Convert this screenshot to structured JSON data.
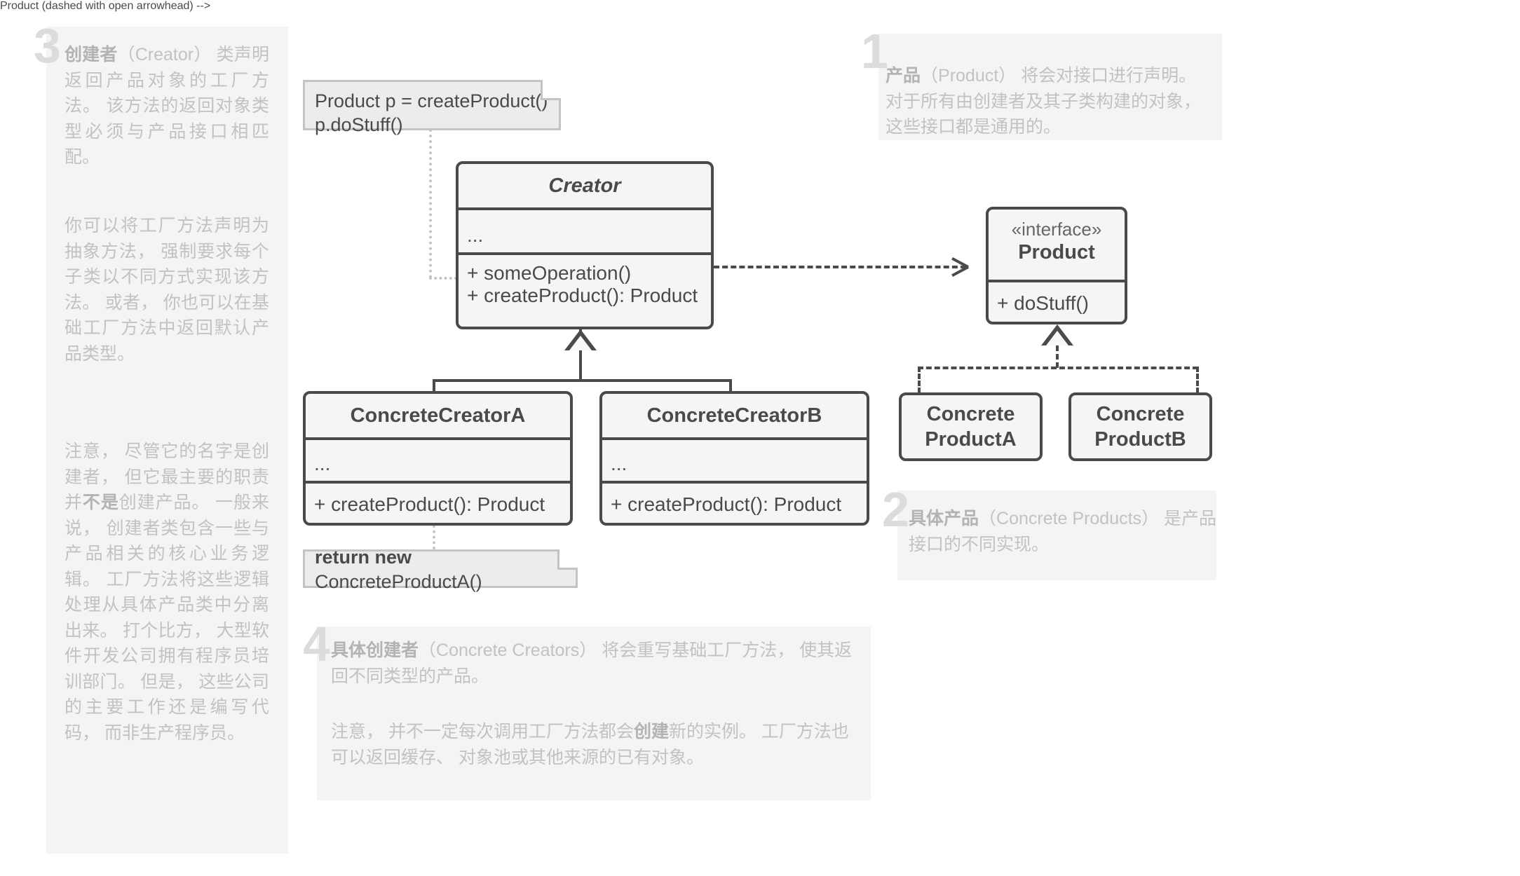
{
  "diagram": {
    "title": "Factory Method pattern UML class diagram",
    "colors": {
      "stroke": "#4a4a4a",
      "box_fill": "#f5f5f5",
      "note_fill": "#ececec",
      "note_stroke": "#c4c4c4",
      "annotation_panel": "#f4f4f4",
      "annotation_text": "#c2c2c2",
      "annotation_number": "#dcdcdc"
    }
  },
  "notes": {
    "creator_note": {
      "line1": "Product p = createProduct()",
      "line2": "p.doStuff()"
    },
    "return_note": {
      "bold": "return new",
      "rest": " ConcreteProductA()"
    }
  },
  "classes": {
    "creator": {
      "name": "Creator",
      "attributes": "...",
      "operations": [
        {
          "text": "+ someOperation()",
          "italic": false
        },
        {
          "text": "+ createProduct(): Product",
          "italic": true
        }
      ]
    },
    "product": {
      "stereotype": "«interface»",
      "name": "Product",
      "operations": [
        {
          "text": "+ doStuff()",
          "italic": false
        }
      ]
    },
    "concrete_creator_a": {
      "name": "ConcreteCreatorA",
      "attributes": "...",
      "operations": [
        {
          "text": "+ createProduct(): Product",
          "italic": false
        }
      ]
    },
    "concrete_creator_b": {
      "name": "ConcreteCreatorB",
      "attributes": "...",
      "operations": [
        {
          "text": "+ createProduct(): Product",
          "italic": false
        }
      ]
    },
    "concrete_product_a": {
      "line1": "Concrete",
      "line2": "ProductA"
    },
    "concrete_product_b": {
      "line1": "Concrete",
      "line2": "ProductB"
    }
  },
  "annotations": {
    "one": {
      "number": "1",
      "term": "产品",
      "latin": "（Product）",
      "body": " 将会对接口进行声明。 对于所有由创建者及其子类构建的对象，这些接口都是通用的。"
    },
    "two": {
      "number": "2",
      "term": "具体产品",
      "latin": "（Concrete Products）",
      "body": " 是产品接口的不同实现。"
    },
    "three": {
      "number": "3",
      "term": "创建者",
      "latin": "（Creator）",
      "para1_rest": " 类声明返回产品对象的工厂方法。 该方法的返回对象类型必须与产品接口相匹配。",
      "para2": "你可以将工厂方法声明为抽象方法， 强制要求每个子类以不同方式实现该方法。 或者， 你也可以在基础工厂方法中返回默认产品类型。",
      "para3_a": "注意， 尽管它的名字是创建者， 但它最主要的职责并",
      "para3_bold": "不是",
      "para3_b": "创建产品。 一般来说， 创建者类包含一些与产品相关的核心业务逻辑。 工厂方法将这些逻辑处理从具体产品类中分离出来。 打个比方， 大型软件开发公司拥有程序员培训部门。 但是， 这些公司的主要工作还是编写代码， 而非生产程序员。"
    },
    "four": {
      "number": "4",
      "term": "具体创建者",
      "latin": "（Concrete Creators）",
      "para1_rest": " 将会重写基础工厂方法， 使其返回不同类型的产品。",
      "para2_a": "注意， 并不一定每次调用工厂方法都会",
      "para2_bold": "创建",
      "para2_b": "新的实例。 工厂方法也可以返回缓存、 对象池或其他来源的已有对象。"
    }
  }
}
